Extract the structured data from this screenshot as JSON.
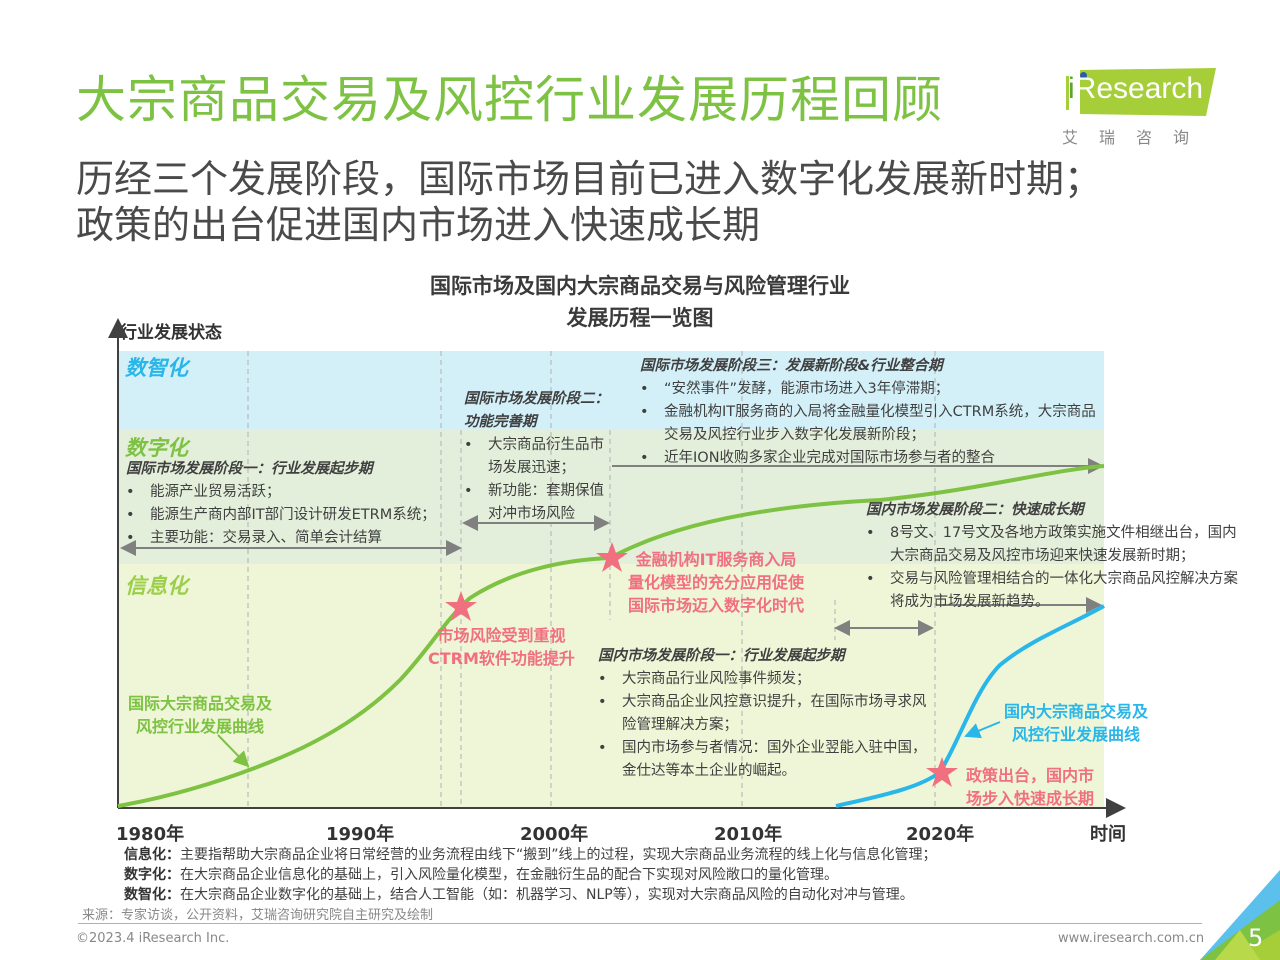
{
  "header": {
    "title": "大宗商品交易及风控行业发展历程回顾",
    "subtitle_line1": "历经三个发展阶段，国际市场目前已进入数字化发展新时期；",
    "subtitle_line2": "政策的出台促进国内市场进入快速成长期"
  },
  "logo": {
    "brand_i": "i",
    "brand_rest": "Research",
    "brand_cn": "艾瑞咨询",
    "accent": "#a6ce39"
  },
  "diagram": {
    "title_line1": "国际市场及国内大宗商品交易与风险管理行业",
    "title_line2": "发展历程一览图",
    "y_axis_label": "行业发展状态",
    "x_axis_label": "时间",
    "x_ticks": [
      "1980年",
      "1990年",
      "2000年",
      "2010年",
      "2020年"
    ],
    "bands": [
      {
        "label": "数智化",
        "color": "#d3f0f9",
        "label_color": "#29b6e8"
      },
      {
        "label": "数字化",
        "color": "#e3efda",
        "label_color": "#7dc242"
      },
      {
        "label": "信息化",
        "color": "#eff6d8",
        "label_color": "#9bcf4a"
      }
    ],
    "intl_stage1": {
      "heading": "国际市场发展阶段一：行业发展起步期",
      "items": [
        "能源产业贸易活跃；",
        "能源生产商内部IT部门设计研发ETRM系统；",
        "主要功能：交易录入、简单会计结算"
      ]
    },
    "intl_stage2": {
      "heading_line1": "国际市场发展阶段二：",
      "heading_line2": "功能完善期",
      "items": [
        "大宗商品衍生品市场发展迅速；",
        "新功能：套期保值对冲市场风险"
      ]
    },
    "intl_stage3": {
      "heading": "国际市场发展阶段三：发展新阶段&行业整合期",
      "items": [
        "“安然事件”发酵，能源市场进入3年停滞期；",
        "金融机构IT服务商的入局将金融量化模型引入CTRM系统，大宗商品交易及风控行业步入数字化发展新阶段；",
        "近年ION收购多家企业完成对国际市场参与者的整合"
      ]
    },
    "domestic_stage1": {
      "heading": "国内市场发展阶段一：行业发展起步期",
      "items": [
        "大宗商品行业风险事件频发；",
        "大宗商品企业风控意识提升，在国际市场寻求风险管理解决方案；",
        "国内市场参与者情况：国外企业翌能入驻中国，金仕达等本土企业的崛起。"
      ]
    },
    "domestic_stage2": {
      "heading": "国内市场发展阶段二：快速成长期",
      "items": [
        "8号文、17号文及各地方政策实施文件相继出台，国内大宗商品交易及风控市场迎来快速发展新时期；",
        "交易与风险管理相结合的一体化大宗商品风控解决方案将成为市场发展新趋势。"
      ]
    },
    "milestones": {
      "m1_line1": "市场风险受到重视",
      "m1_line2": "CTRM软件功能提升",
      "m2_line1": "金融机构IT服务商入局",
      "m2_line2": "量化模型的充分应用促使",
      "m2_line3": "国际市场迈入数字化时代",
      "m3_line1": "政策出台，国内市",
      "m3_line2": "场步入快速成长期"
    },
    "curves": {
      "intl_label_line1": "国际大宗商品交易及",
      "intl_label_line2": "风控行业发展曲线",
      "intl_color": "#7dc242",
      "domestic_label_line1": "国内大宗商品交易及",
      "domestic_label_line2": "风控行业发展曲线",
      "domestic_color": "#29b6e8",
      "star_color": "#f07080"
    }
  },
  "definitions": [
    {
      "term": "信息化：",
      "text": "主要指帮助大宗商品企业将日常经营的业务流程由线下“搬到”线上的过程，实现大宗商品业务流程的线上化与信息化管理；"
    },
    {
      "term": "数字化：",
      "text": "在大宗商品企业信息化的基础上，引入风险量化模型，在金融衍生品的配合下实现对风险敞口的量化管理。"
    },
    {
      "term": "数智化：",
      "text": "在大宗商品企业数字化的基础上，结合人工智能（如：机器学习、NLP等），实现对大宗商品风险的自动化对冲与管理。"
    }
  ],
  "footer": {
    "source": "来源：专家访谈，公开资料，艾瑞咨询研究院自主研究及绘制",
    "copyright": "©2023.4 iResearch Inc.",
    "website": "www.iresearch.com.cn",
    "page_number": "5"
  }
}
